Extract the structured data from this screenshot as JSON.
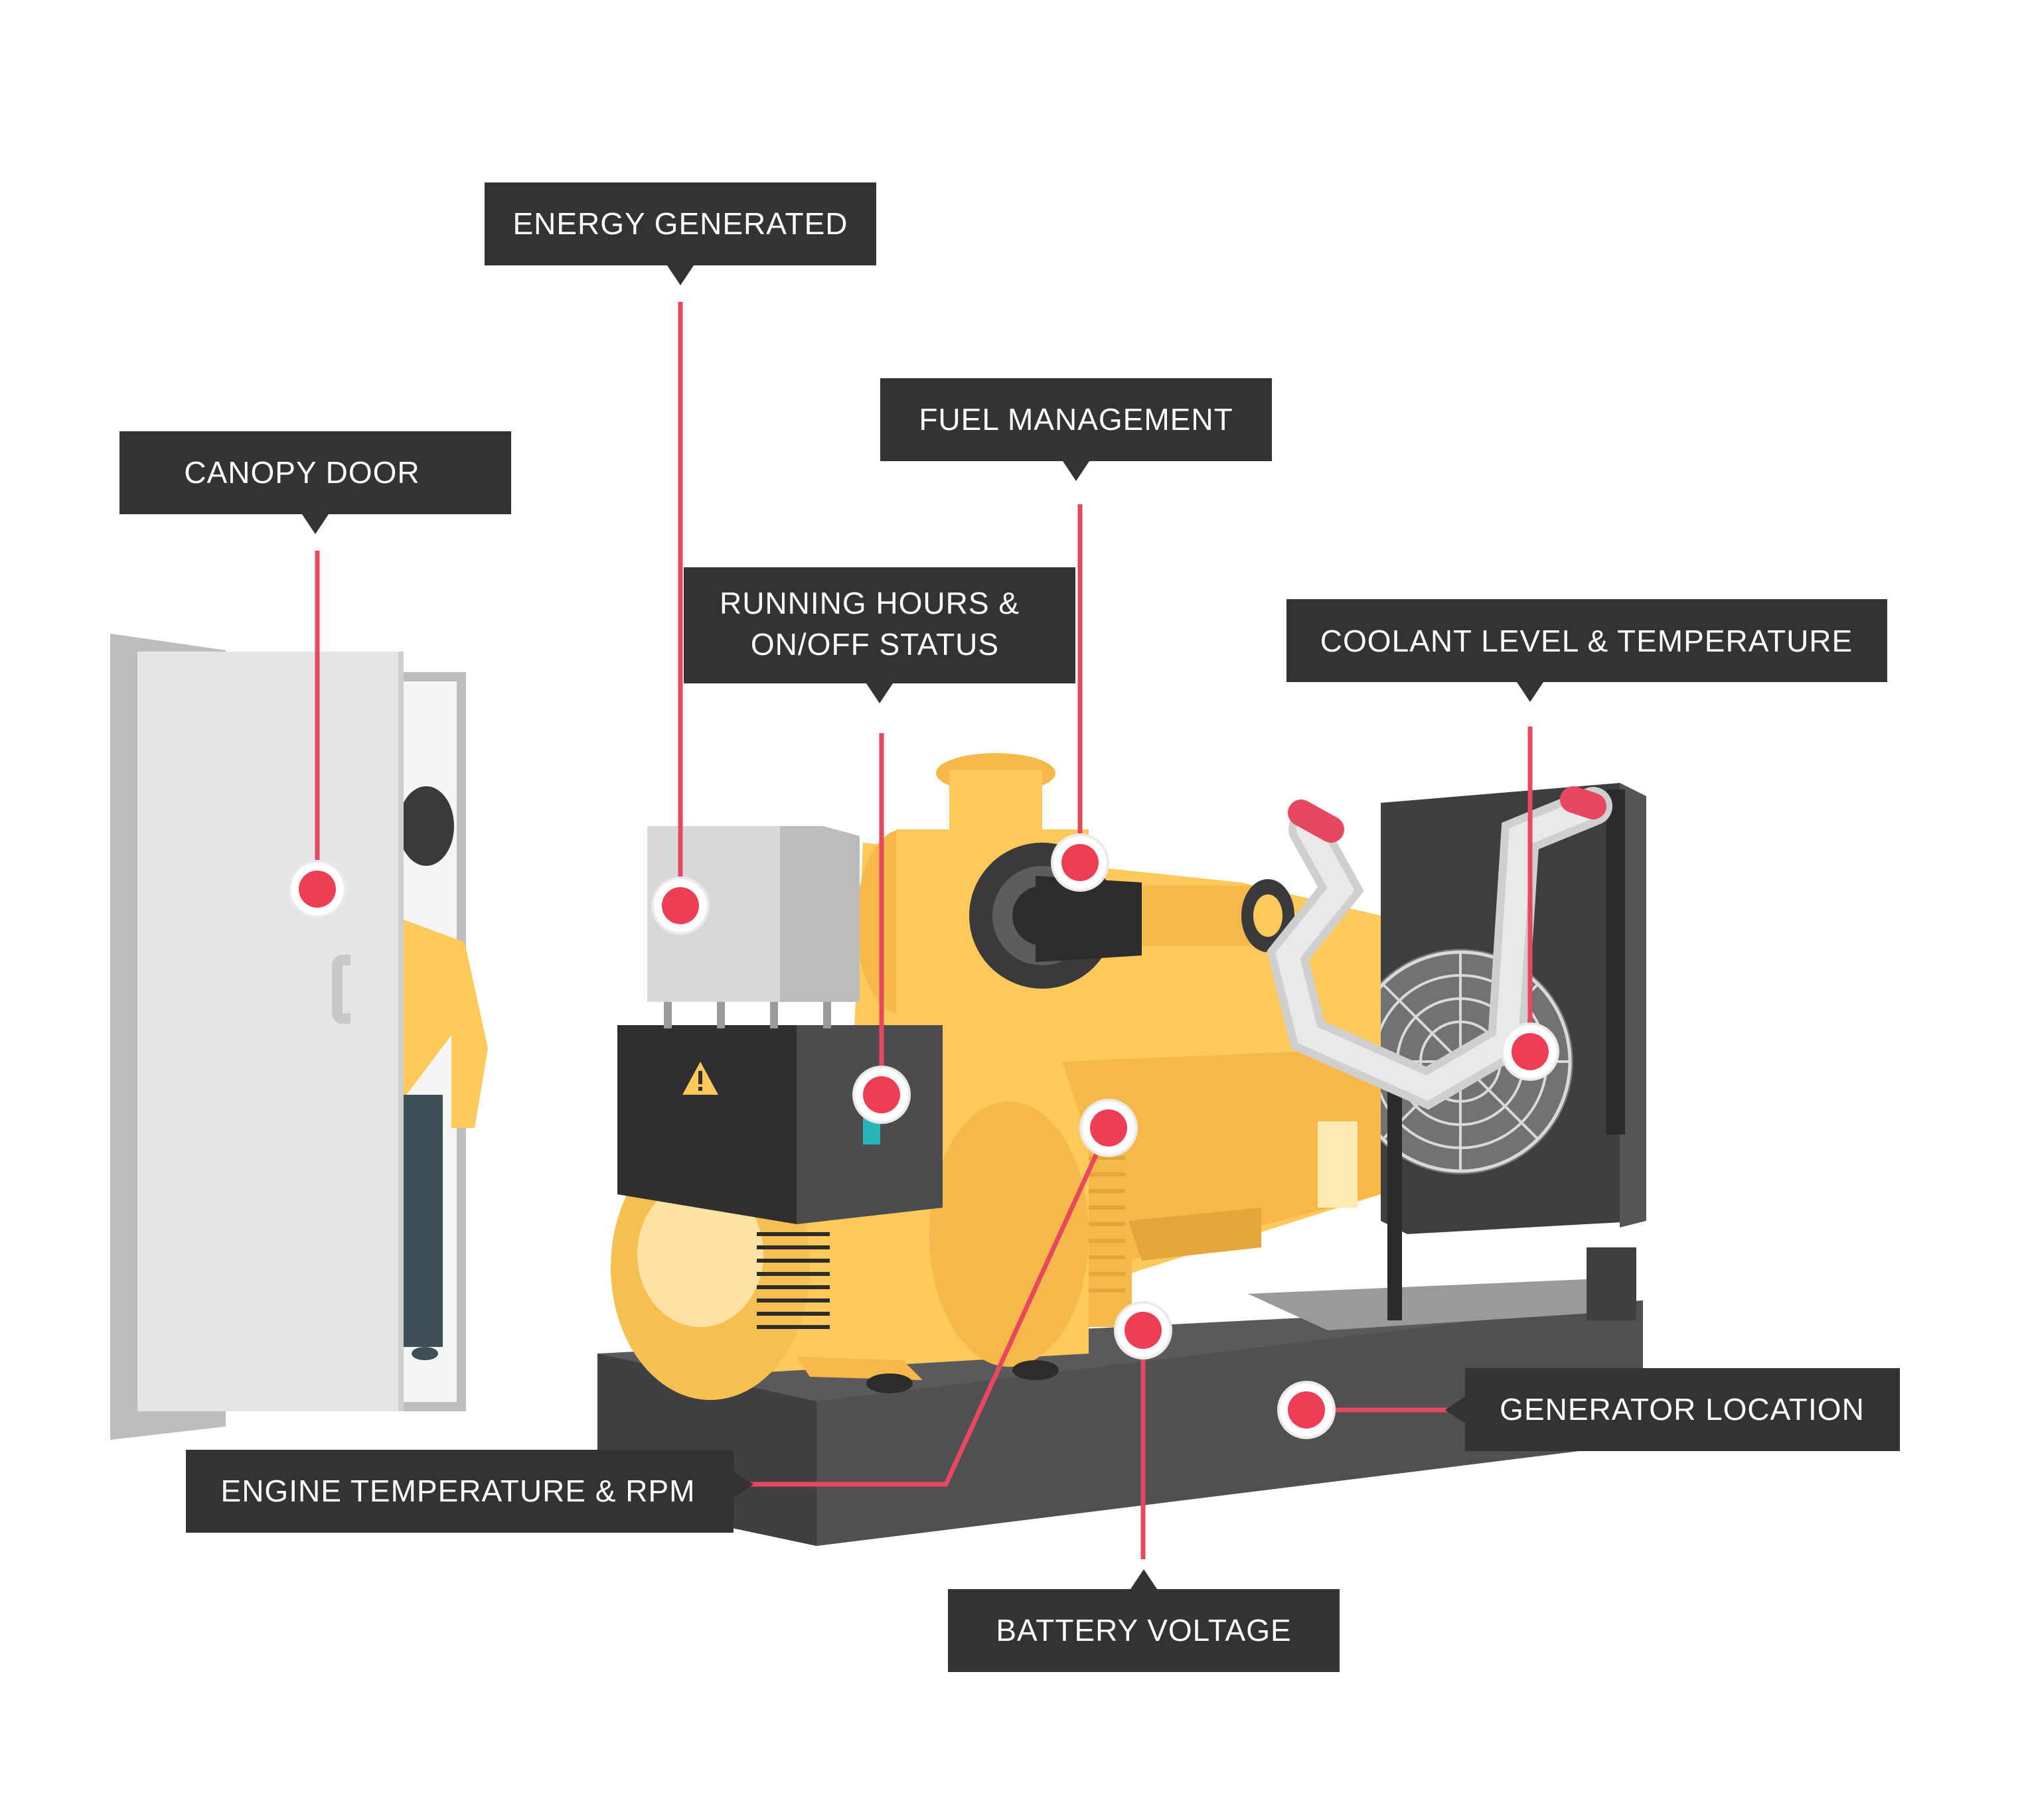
{
  "labels": {
    "energy_generated": "ENERGY GENERATED",
    "fuel_management": "FUEL MANAGEMENT",
    "canopy_door": "CANOPY DOOR",
    "running_hours_line1": "RUNNING HOURS &",
    "running_hours_line2": "ON/OFF STATUS",
    "coolant": "COOLANT LEVEL & TEMPERATURE",
    "generator_location": "GENERATOR LOCATION",
    "engine_temp": "ENGINE TEMPERATURE & RPM",
    "battery_voltage": "BATTERY VOLTAGE"
  },
  "colors": {
    "label_bg": "#333333",
    "callout_line": "#e8485f",
    "hotspot": "#ee3e56",
    "engine_yellow": "#fcc95a",
    "frame_dark": "#4d4d4f",
    "door_grey": "#e6e6e6"
  },
  "icons": [
    "warning-icon",
    "fan-icon",
    "door-handle-icon"
  ]
}
